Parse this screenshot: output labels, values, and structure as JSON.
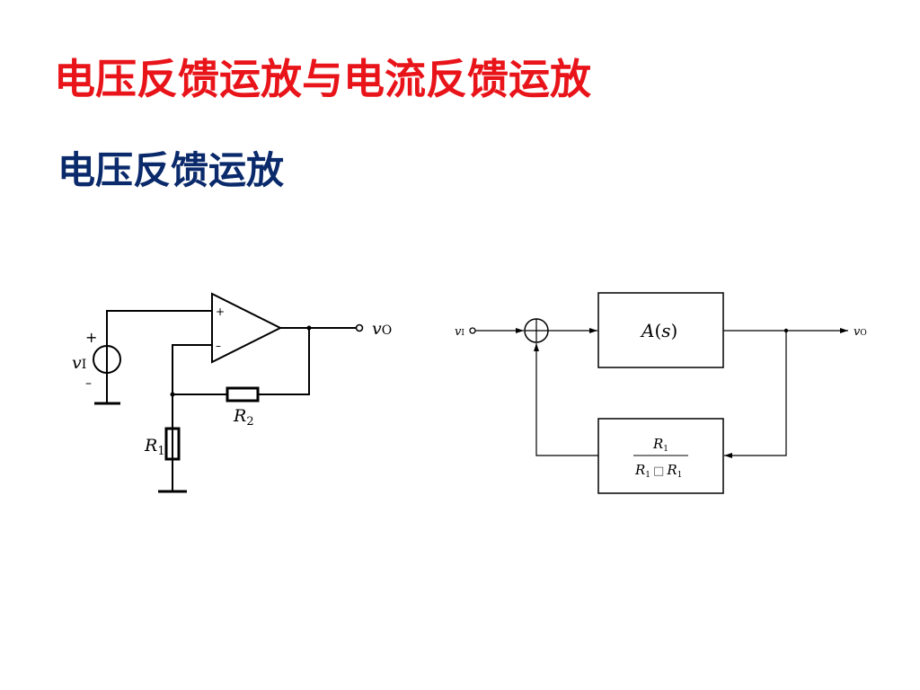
{
  "slide": {
    "title": "电压反馈运放与电流反馈运放",
    "subtitle": "电压反馈运放",
    "title_color": "#e8141a",
    "subtitle_color": "#0a2a6b"
  },
  "circuit": {
    "plus_sign": "+",
    "minus_sign": "–",
    "source_label_main": "v",
    "source_label_sub": "I",
    "opamp_plus": "+",
    "opamp_minus": "–",
    "output_label_main": "v",
    "output_label_sub": "O",
    "r1_main": "R",
    "r1_sub": "1",
    "r2_main": "R",
    "r2_sub": "2"
  },
  "block_diagram": {
    "input_main": "v",
    "input_sub": "I",
    "output_main": "v",
    "output_sub": "O",
    "forward_a": "A",
    "forward_open": "(",
    "forward_s": "s",
    "forward_close": ")",
    "fb_num_main": "R",
    "fb_num_sub": "1",
    "fb_den_left_main": "R",
    "fb_den_left_sub": "1",
    "fb_den_op": "□",
    "fb_den_right_main": "R",
    "fb_den_right_sub": "1"
  }
}
